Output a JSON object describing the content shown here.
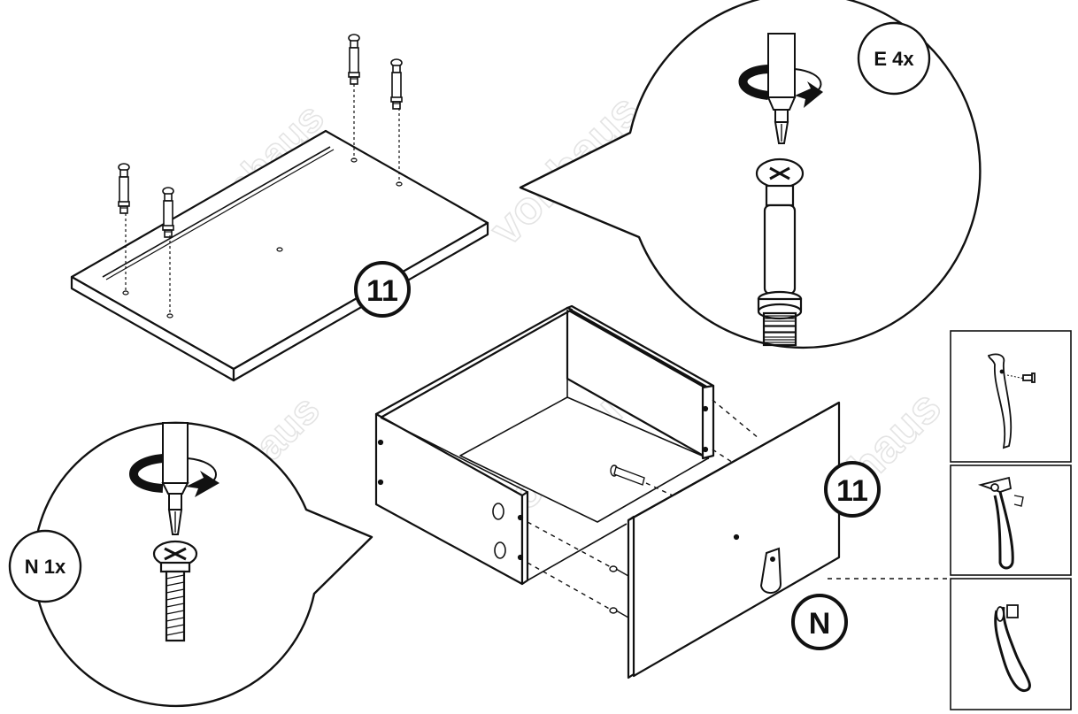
{
  "callouts": {
    "top_panel_number": "11",
    "front_panel_number": "11",
    "part_letter": "N",
    "part_e_qty": "E 4x",
    "part_n_qty": "N 1x"
  },
  "watermark": "vonhaus",
  "handle_options": [
    {
      "icon": "curved-strap-handle-icon"
    },
    {
      "icon": "loop-strap-handle-icon"
    },
    {
      "icon": "ring-strap-handle-icon"
    }
  ]
}
